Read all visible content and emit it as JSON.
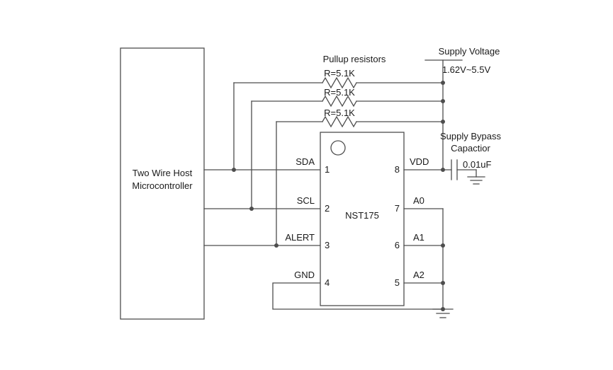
{
  "colors": {
    "line": "#4d4d4d",
    "text": "#1a1a1a",
    "background": "#ffffff"
  },
  "microcontroller": {
    "label_line1": "Two Wire Host",
    "label_line2": "Microcontroller"
  },
  "ic": {
    "name": "NST175",
    "left_pins": [
      {
        "num": "1",
        "label": "SDA"
      },
      {
        "num": "2",
        "label": "SCL"
      },
      {
        "num": "3",
        "label": "ALERT"
      },
      {
        "num": "4",
        "label": "GND"
      }
    ],
    "right_pins": [
      {
        "num": "8",
        "label": "VDD"
      },
      {
        "num": "7",
        "label": "A0"
      },
      {
        "num": "6",
        "label": "A1"
      },
      {
        "num": "5",
        "label": "A2"
      }
    ]
  },
  "pullups": {
    "title": "Pullup resistors",
    "values": [
      "R=5.1K",
      "R=5.1K",
      "R=5.1K"
    ]
  },
  "supply": {
    "label": "Supply Voltage",
    "range": "1.62V~5.5V"
  },
  "bypass_cap": {
    "label_line1": "Supply Bypass",
    "label_line2": "Capactior",
    "value": "0.01uF"
  }
}
